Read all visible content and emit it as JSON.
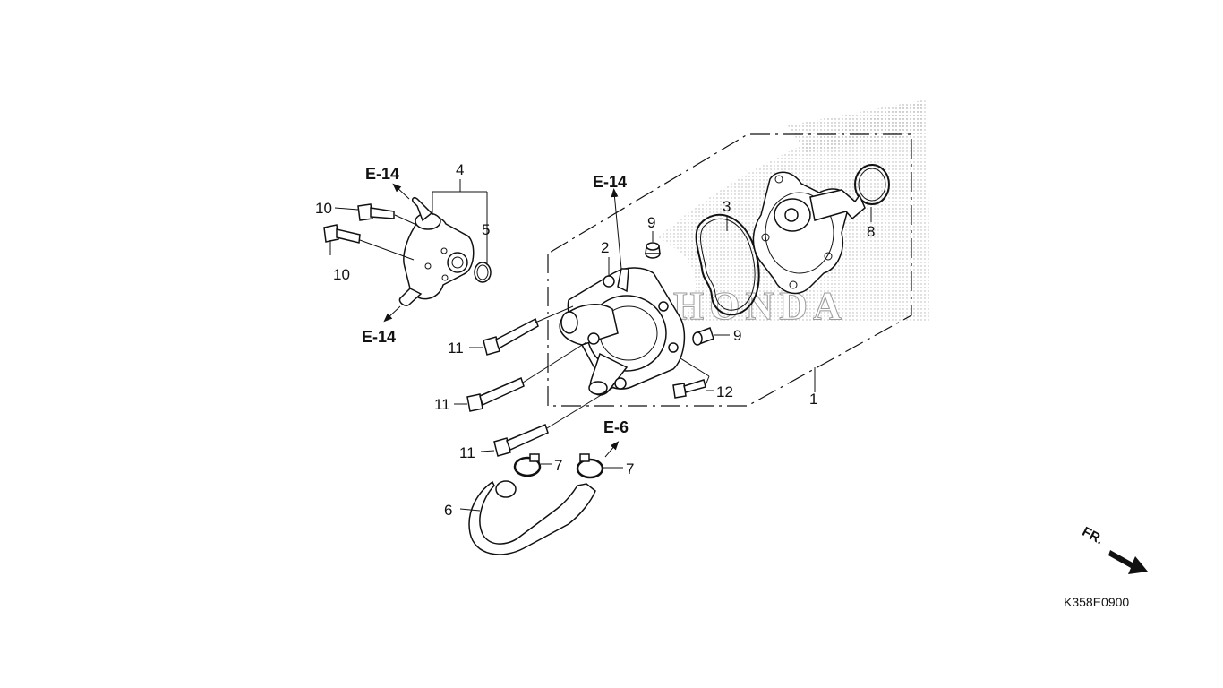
{
  "callouts": {
    "p1": "1",
    "p2": "2",
    "p3": "3",
    "p4": "4",
    "p5": "5",
    "p6": "6",
    "p7a": "7",
    "p7b": "7",
    "p8": "8",
    "p9a": "9",
    "p9b": "9",
    "p10a": "10",
    "p10b": "10",
    "p11a": "11",
    "p11b": "11",
    "p11c": "11",
    "p12": "12"
  },
  "refs": {
    "e14_top_left": "E-14",
    "e14_bottom_left": "E-14",
    "e14_center": "E-14",
    "e6": "E-6"
  },
  "direction_label": "FR.",
  "diagram_code": "K358E0900",
  "colors": {
    "line": "#111111",
    "background": "#ffffff",
    "watermark_dots": "#b0b0b0"
  }
}
